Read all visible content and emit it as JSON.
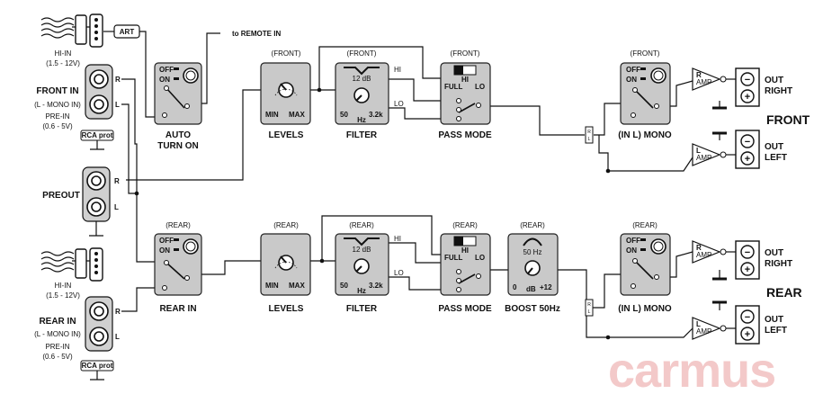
{
  "inputs": {
    "hi_in": "HI-IN",
    "hi_in_range": "(1.5 - 12V)",
    "art": "ART",
    "remote": "to REMOTE IN",
    "front_in": "FRONT IN",
    "rear_in_label": "REAR IN",
    "mono_in": "(L - MONO IN)",
    "pre_in": "PRE-IN",
    "pre_in_range": "(0.6 - 5V)",
    "rca_prot": "RCA prot",
    "preout": "PREOUT",
    "r": "R",
    "l": "L"
  },
  "switch": {
    "off": "OFF",
    "on": "ON"
  },
  "front": {
    "tag": "(FRONT)",
    "auto_turn_on": [
      "AUTO",
      "TURN ON"
    ],
    "levels": "LEVELS",
    "filter": "FILTER",
    "pass_mode": "PASS MODE",
    "mono": "(IN L) MONO",
    "section": "FRONT"
  },
  "rear": {
    "tag": "(REAR)",
    "rear_in": "REAR IN",
    "levels": "LEVELS",
    "filter": "FILTER",
    "pass_mode": "PASS MODE",
    "boost": "BOOST 50Hz",
    "mono": "(IN L) MONO",
    "section": "REAR"
  },
  "levels_knob": {
    "min": "MIN",
    "max": "MAX"
  },
  "filter_knob": {
    "db": "12 dB",
    "low": "50",
    "high": "3.2k",
    "unit": "Hz",
    "hi": "HI",
    "lo": "LO"
  },
  "pass_switch": {
    "hi": "HI",
    "full": "FULL",
    "lo": "LO"
  },
  "boost_knob": {
    "freq": "50 Hz",
    "low": "0",
    "unit": "dB",
    "high": "+12"
  },
  "outputs": {
    "amp": "AMP",
    "out": "OUT",
    "right": "RIGHT",
    "left": "LEFT",
    "r": "R",
    "l": "L",
    "minus": "−",
    "plus": "+"
  },
  "watermark": "carmus"
}
